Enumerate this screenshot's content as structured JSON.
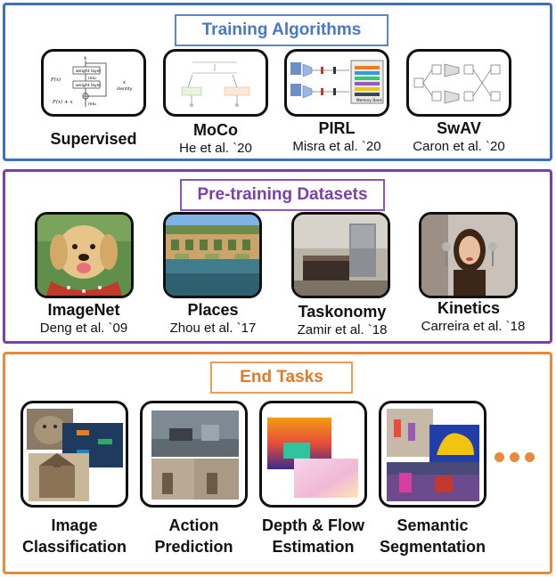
{
  "training_algorithms": {
    "header": "Training Algorithms",
    "items": [
      {
        "label": "Supervised",
        "cite": ""
      },
      {
        "label": "MoCo",
        "cite": "He et al. `20"
      },
      {
        "label": "PIRL",
        "cite": "Misra et al. `20"
      },
      {
        "label": "SwAV",
        "cite": "Caron et al. `20"
      }
    ],
    "resnet_diagram": {
      "x_top": "x",
      "weight_layer_1": "weight layer",
      "relu_1": "relu",
      "weight_layer_2": "weight layer",
      "fx": "F(x)",
      "fx_plus_x": "F(x) + x",
      "relu_2": "relu",
      "x_side": "x",
      "identity": "identity"
    },
    "pirl_diagram": {
      "memory_bank": "Memory Bank"
    }
  },
  "pretraining_datasets": {
    "header": "Pre-training Datasets",
    "items": [
      {
        "label": "ImageNet",
        "cite": "Deng et al. `09"
      },
      {
        "label": "Places",
        "cite": "Zhou et al. `17"
      },
      {
        "label": "Taskonomy",
        "cite": "Zamir et al. `18"
      },
      {
        "label": "Kinetics",
        "cite": "Carreira et al. `18"
      }
    ]
  },
  "end_tasks": {
    "header": "End Tasks",
    "items": [
      {
        "label_line1": "Image",
        "label_line2": "Classification"
      },
      {
        "label_line1": "Action",
        "label_line2": "Prediction"
      },
      {
        "label_line1": "Depth & Flow",
        "label_line2": "Estimation"
      },
      {
        "label_line1": "Semantic",
        "label_line2": "Segmentation"
      }
    ]
  },
  "colors": {
    "algorithms": "#3d6fc4",
    "datasets": "#7b3fa8",
    "tasks": "#e98a3c"
  }
}
